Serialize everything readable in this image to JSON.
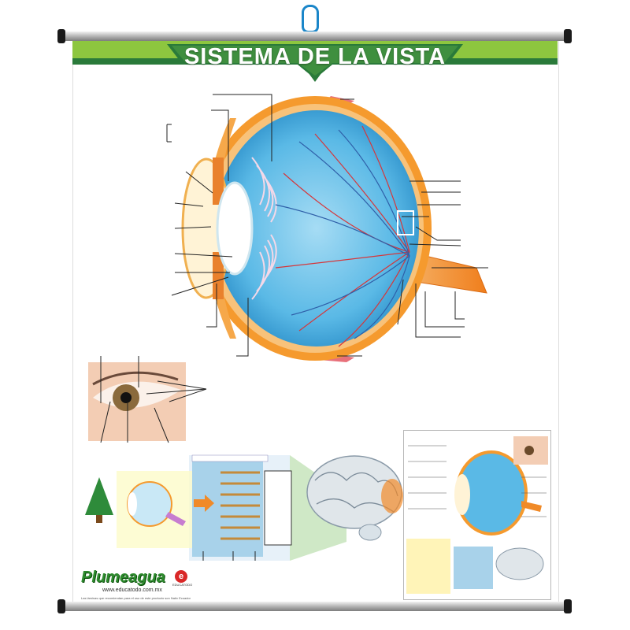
{
  "poster": {
    "title": "SISTEMA DE LA VISTA",
    "brand": "Plumeagua",
    "url": "www.educatodo.com.mx",
    "badge_letter": "e",
    "badge_text": "EDUCATODO",
    "note": "Las láminas que recomiendan para el uso de este producto son Nativ Ecuador"
  },
  "colors": {
    "banner": "#8dc63f",
    "banner_ribbon": "#2a7a3a",
    "sclera": "#f59a2e",
    "vitreous": "#4fb3e3",
    "vessel_red": "#d6363a",
    "vessel_blue": "#2f5fa8",
    "optic_nerve": "#f08a28"
  },
  "icons": [
    "hanger-icon",
    "tree-icon",
    "arrow-right-icon",
    "brain-icon"
  ]
}
